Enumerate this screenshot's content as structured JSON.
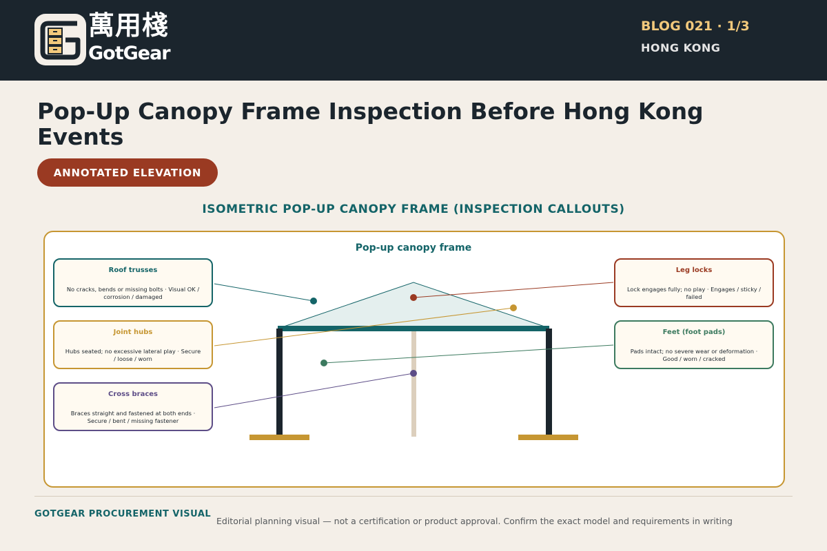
{
  "brand": {
    "name_zh": "萬用棧",
    "name_en": "GotGear"
  },
  "blog": {
    "id": "BLOG 021 · 1/3",
    "location": "HONG KONG"
  },
  "page": {
    "title": "Pop-Up Canopy Frame Inspection Before Hong Kong Events",
    "badge": "ANNOTATED ELEVATION"
  },
  "diagram": {
    "section_title": "ISOMETRIC POP-UP CANOPY FRAME (INSPECTION CALLOUTS)",
    "panel_title": "Pop-up canopy frame",
    "callouts": [
      {
        "title": "Roof trusses",
        "text": "No cracks, bends or missing bolts · Visual OK / corrosion / damaged",
        "color": "#146468"
      },
      {
        "title": "Joint hubs",
        "text": "Hubs seated; no excessive lateral play · Secure / loose / worn",
        "color": "#c69632"
      },
      {
        "title": "Cross braces",
        "text": "Braces straight and fastened at both ends · Secure / bent / missing fastener",
        "color": "#5d4d87"
      },
      {
        "title": "Leg locks",
        "text": "Lock engages fully; no play · Engages / sticky / failed",
        "color": "#9a3a22"
      },
      {
        "title": "Feet (foot pads)",
        "text": "Pads intact; no severe wear or deformation · Good / worn / cracked",
        "color": "#3c7a5f"
      }
    ]
  },
  "footer": {
    "brand": "GOTGEAR PROCUREMENT VISUAL",
    "note": "Editorial planning visual — not a certification or product approval. Confirm the exact model and requirements in writing"
  },
  "colors": {
    "header_bg": "#1b252d",
    "page_bg": "#f4efe8",
    "accent_teal": "#146468",
    "accent_gold": "#c69632",
    "accent_rust": "#9a3a22"
  },
  "icons": [
    "gotgear-logo-icon"
  ]
}
